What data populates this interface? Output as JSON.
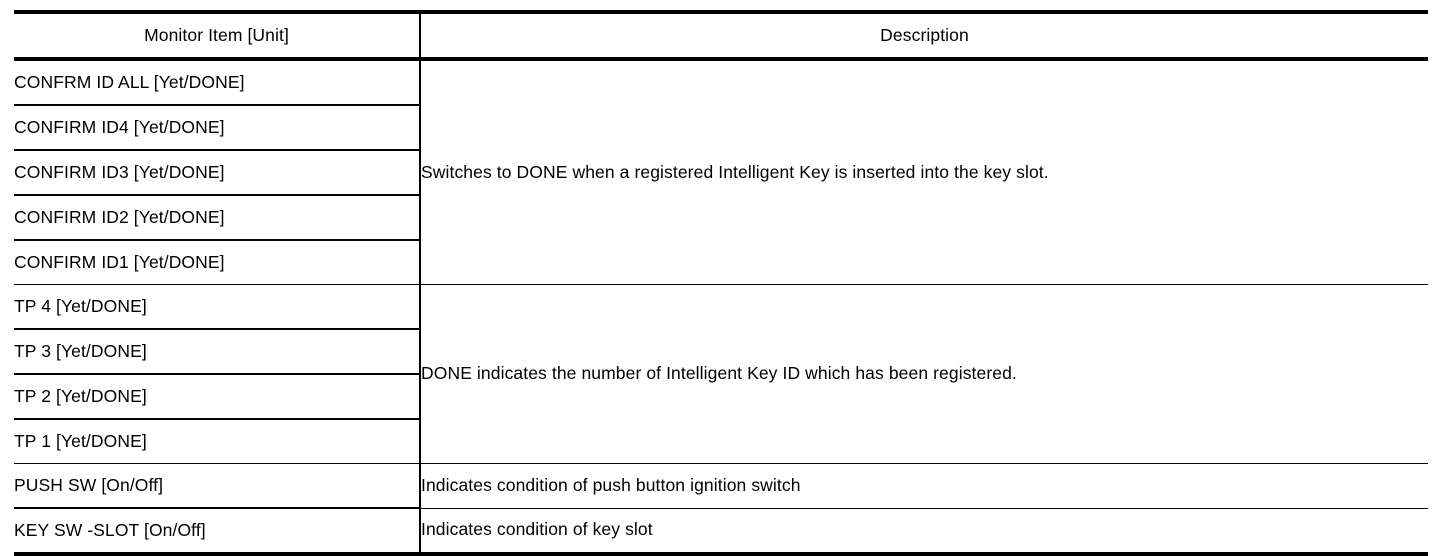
{
  "table": {
    "headers": {
      "item": "Monitor Item [Unit]",
      "description": "Description"
    },
    "rows": [
      {
        "item": "CONFRM ID ALL [Yet/DONE]"
      },
      {
        "item": "CONFIRM ID4 [Yet/DONE]"
      },
      {
        "item": "CONFIRM ID3 [Yet/DONE]"
      },
      {
        "item": "CONFIRM ID2 [Yet/DONE]"
      },
      {
        "item": "CONFIRM ID1 [Yet/DONE]"
      },
      {
        "item": "TP 4 [Yet/DONE]"
      },
      {
        "item": "TP 3 [Yet/DONE]"
      },
      {
        "item": "TP 2 [Yet/DONE]"
      },
      {
        "item": "TP 1 [Yet/DONE]"
      },
      {
        "item": "PUSH SW [On/Off]"
      },
      {
        "item": "KEY SW -SLOT [On/Off]"
      }
    ],
    "descriptions": {
      "confirm_group": "Switches to DONE when a registered Intelligent Key is inserted into the key slot.",
      "tp_group": "DONE indicates the number of Intelligent Key ID which has been registered.",
      "push_sw": "Indicates condition of push button ignition switch",
      "key_sw_slot": "Indicates condition of key slot"
    }
  },
  "colors": {
    "rule": "#000000",
    "background": "#ffffff",
    "text": "#000000"
  }
}
